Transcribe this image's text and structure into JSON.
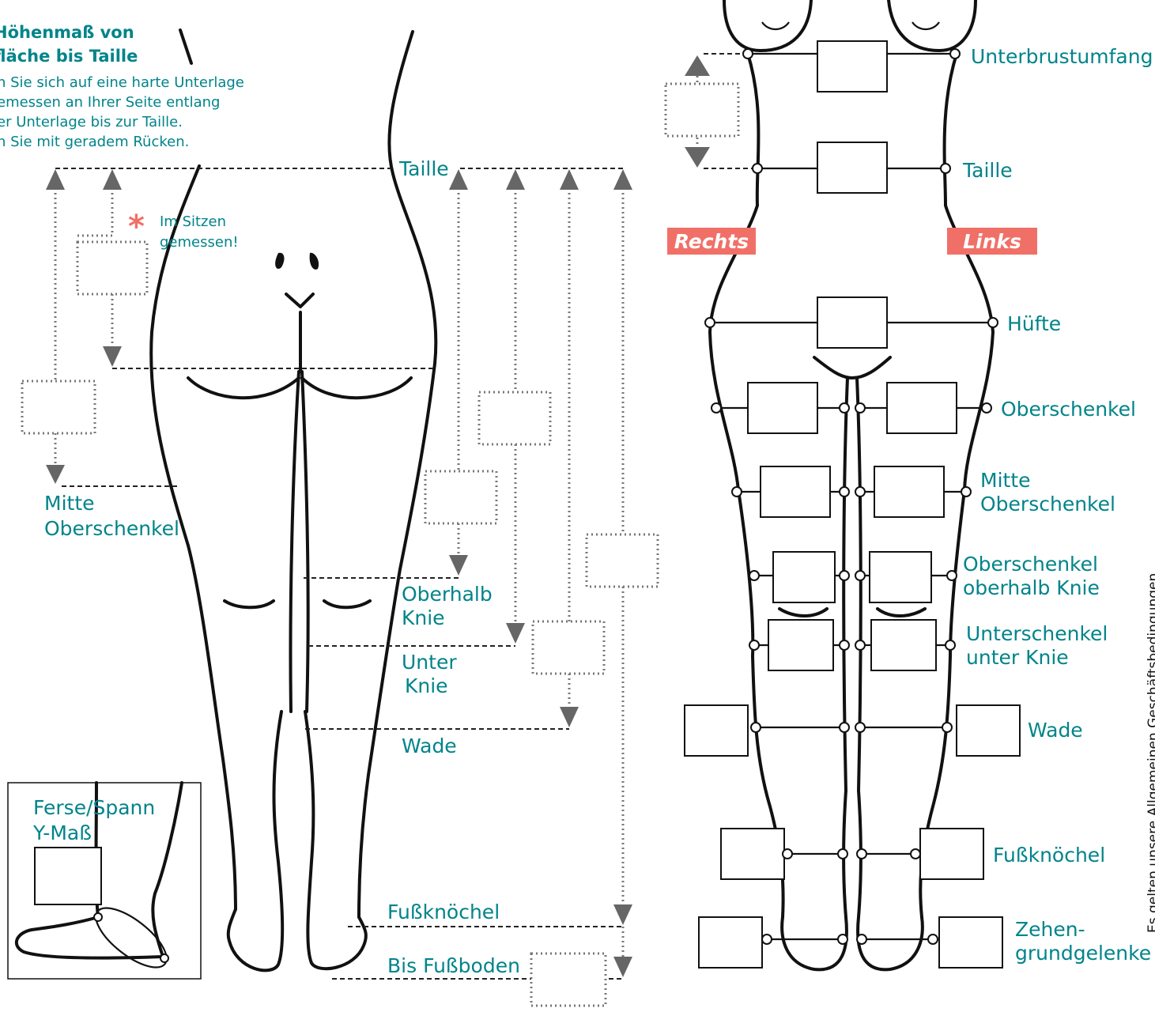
{
  "colors": {
    "teal": "#00848a",
    "coral": "#f07068",
    "arrow_gray": "#666666",
    "line": "#111111"
  },
  "intro": {
    "title_line1": "Höhenmaß von",
    "title_line2": "fläche bis Taille",
    "text_line1": "n Sie sich auf eine harte Unterlage",
    "text_line2": "emessen an Ihrer Seite entlang",
    "text_line3": "er Unterlage bis zur Taille.",
    "text_line4": "n Sie mit geradem Rücken."
  },
  "back_view": {
    "taille": "Taille",
    "sitting_note_line1": "Im Sitzen",
    "sitting_note_line2": "gemessen!",
    "asterisk": "*",
    "mitte_line1": "Mitte",
    "mitte_line2": "Oberschenkel",
    "oberhalb_line1": "Oberhalb",
    "oberhalb_line2": "Knie",
    "unter_line1": "Unter",
    "unter_line2": "Knie",
    "wade": "Wade",
    "fussknoechel": "Fußknöchel",
    "bis_fussboden": "Bis Fußboden"
  },
  "foot_inset": {
    "line1": "Ferse/Spann",
    "line2": "Y-Maß"
  },
  "front_view": {
    "badge_right": "Rechts",
    "badge_left": "Links",
    "unterbrust": "Unterbrustumfang",
    "taille": "Taille",
    "huefte": "Hüfte",
    "oberschenkel": "Oberschenkel",
    "mitte_line1": "Mitte",
    "mitte_line2": "Oberschenkel",
    "ob_knie_line1": "Oberschenkel",
    "ob_knie_line2": "oberhalb Knie",
    "unter_knie_line1": "Unterschenkel",
    "unter_knie_line2": "unter Knie",
    "wade": "Wade",
    "fussknoechel": "Fußknöchel",
    "zehen_line1": "Zehen-",
    "zehen_line2": "grundgelenke"
  },
  "side_note": "Es gelten unsere Allgemeinen Geschäftsbedingungen."
}
